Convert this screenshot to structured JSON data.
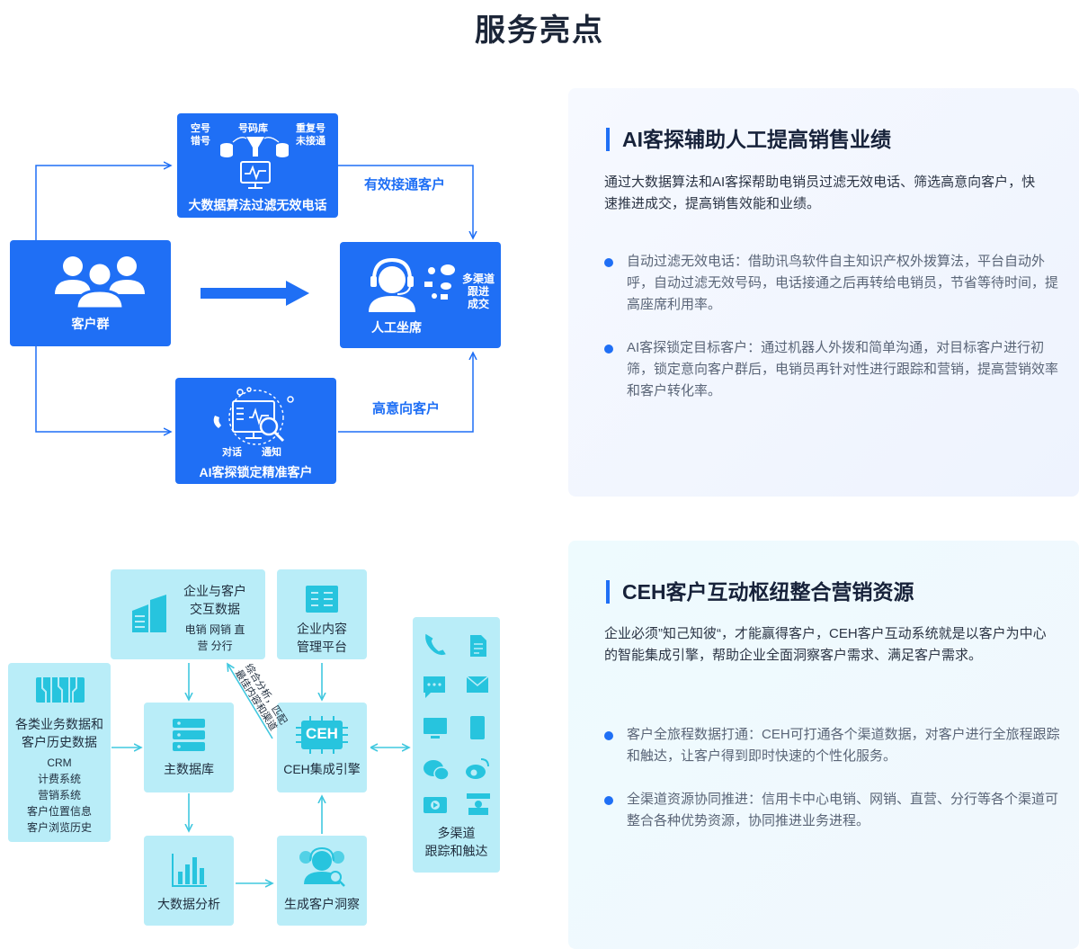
{
  "page_title": "服务亮点",
  "section1": {
    "card": {
      "title": "AI客探辅助人工提高销售业绩",
      "desc": "通过大数据算法和AI客探帮助电销员过滤无效电话、筛选高意向客户，快速推进成交，提高销售效能和业绩。",
      "bullets": [
        "自动过滤无效电话：借助讯鸟软件自主知识产权外拨算法，平台自动外呼，自动过滤无效号码，电话接通之后再转给电销员，节省等待时间，提高座席利用率。",
        "AI客探锁定目标客户：通过机器人外拨和简单沟通，对目标客户进行初筛，锁定意向客户群后，电销员再针对性进行跟踪和营销，提高营销效率和客户转化率。"
      ]
    },
    "diagram": {
      "customers": "客户群",
      "filter_box": {
        "caption": "大数据算法过滤无效电话",
        "tags": [
          "空号",
          "错号",
          "号码库",
          "重复号",
          "未接通"
        ]
      },
      "agent_box": {
        "caption": "人工坐席",
        "tag": [
          "多渠道",
          "跟进",
          "成交"
        ]
      },
      "ai_box": {
        "caption": "AI客探锁定精准客户",
        "tags": [
          "对话",
          "通知"
        ]
      },
      "edge_top": "有效接通客户",
      "edge_bottom": "高意向客户"
    }
  },
  "section2": {
    "card": {
      "title": "CEH客户互动枢纽整合营销资源",
      "desc": "企业必须”知己知彼“，才能赢得客户，CEH客户互动系统就是以客户为中心的智能集成引擎，帮助企业全面洞察客户需求、满足客户需求。",
      "bullets": [
        "客户全旅程数据打通：CEH可打通各个渠道数据，对客户进行全旅程跟踪和触达，让客户得到即时快速的个性化服务。",
        "全渠道资源协同推进：信用卡中心电销、网销、直营、分行等各个渠道可整合各种优势资源，协同推进业务进程。"
      ]
    },
    "diagram": {
      "enterprise": {
        "title": [
          "企业与客户",
          "交互数据"
        ],
        "sub": [
          "电销 网销 直",
          "营 分行"
        ]
      },
      "content": [
        "企业内容",
        "管理平台"
      ],
      "business": {
        "title": [
          "各类业务数据和",
          "客户历史数据"
        ],
        "items": [
          "CRM",
          "计费系统",
          "营销系统",
          "客户位置信息",
          "客户浏览历史"
        ]
      },
      "master_db": "主数据库",
      "ceh_logo": "CEH",
      "ceh_engine": "CEH集成引擎",
      "analytics": "大数据分析",
      "insight": "生成客户洞察",
      "channels": [
        "多渠道",
        "跟踪和触达"
      ],
      "rot_label": [
        "综合分析，匹配",
        "最佳内容和渠道"
      ]
    }
  },
  "colors": {
    "primary_blue": "#1f6ff5",
    "cyan_box": "#b9edf8",
    "cyan_icon": "#27c4de",
    "cyan_arrow": "#41c8df"
  }
}
